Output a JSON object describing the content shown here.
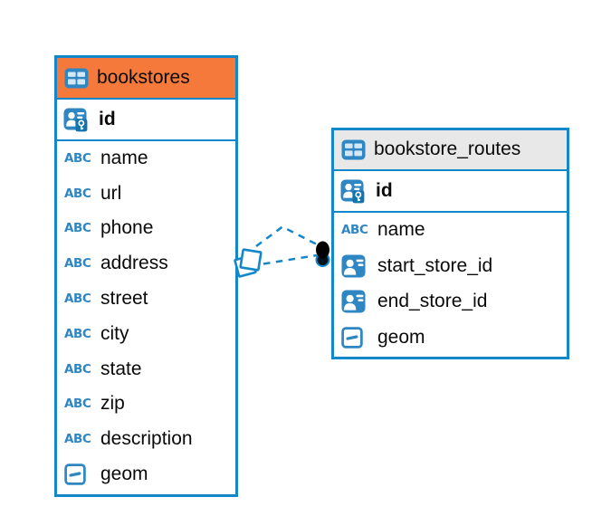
{
  "colors": {
    "table_border": "#1287C9",
    "connector_line": "#1287C9",
    "icon_blue": "#2E86C3",
    "bookstores_header_bg": "#F5793B",
    "routes_header_bg": "#E8E8E8",
    "row_bg": "#FFFFFF",
    "text": "#0A0A0A"
  },
  "icons": {
    "text_type_label": "ABC"
  },
  "tables": [
    {
      "name": "bookstores",
      "header_icon": "table-icon",
      "primary_key": {
        "name": "id",
        "icon": "primary-key-icon"
      },
      "columns": [
        {
          "name": "name",
          "icon": "text-column-icon"
        },
        {
          "name": "url",
          "icon": "text-column-icon"
        },
        {
          "name": "phone",
          "icon": "text-column-icon"
        },
        {
          "name": "address",
          "icon": "text-column-icon"
        },
        {
          "name": "street",
          "icon": "text-column-icon"
        },
        {
          "name": "city",
          "icon": "text-column-icon"
        },
        {
          "name": "state",
          "icon": "text-column-icon"
        },
        {
          "name": "zip",
          "icon": "text-column-icon"
        },
        {
          "name": "description",
          "icon": "text-column-icon"
        },
        {
          "name": "geom",
          "icon": "geometry-column-icon"
        }
      ]
    },
    {
      "name": "bookstore_routes",
      "header_icon": "table-icon",
      "primary_key": {
        "name": "id",
        "icon": "primary-key-icon"
      },
      "columns": [
        {
          "name": "name",
          "icon": "text-column-icon"
        },
        {
          "name": "start_store_id",
          "icon": "foreign-key-column-icon"
        },
        {
          "name": "end_store_id",
          "icon": "foreign-key-column-icon"
        },
        {
          "name": "geom",
          "icon": "geometry-column-icon"
        }
      ]
    }
  ],
  "relationships": {
    "count": 2,
    "style": "dashed",
    "source_table": "bookstores",
    "target_table": "bookstore_routes",
    "source_endpoint": "overlapping-squares-handle",
    "target_endpoint": "overlapping-dots-handle"
  }
}
